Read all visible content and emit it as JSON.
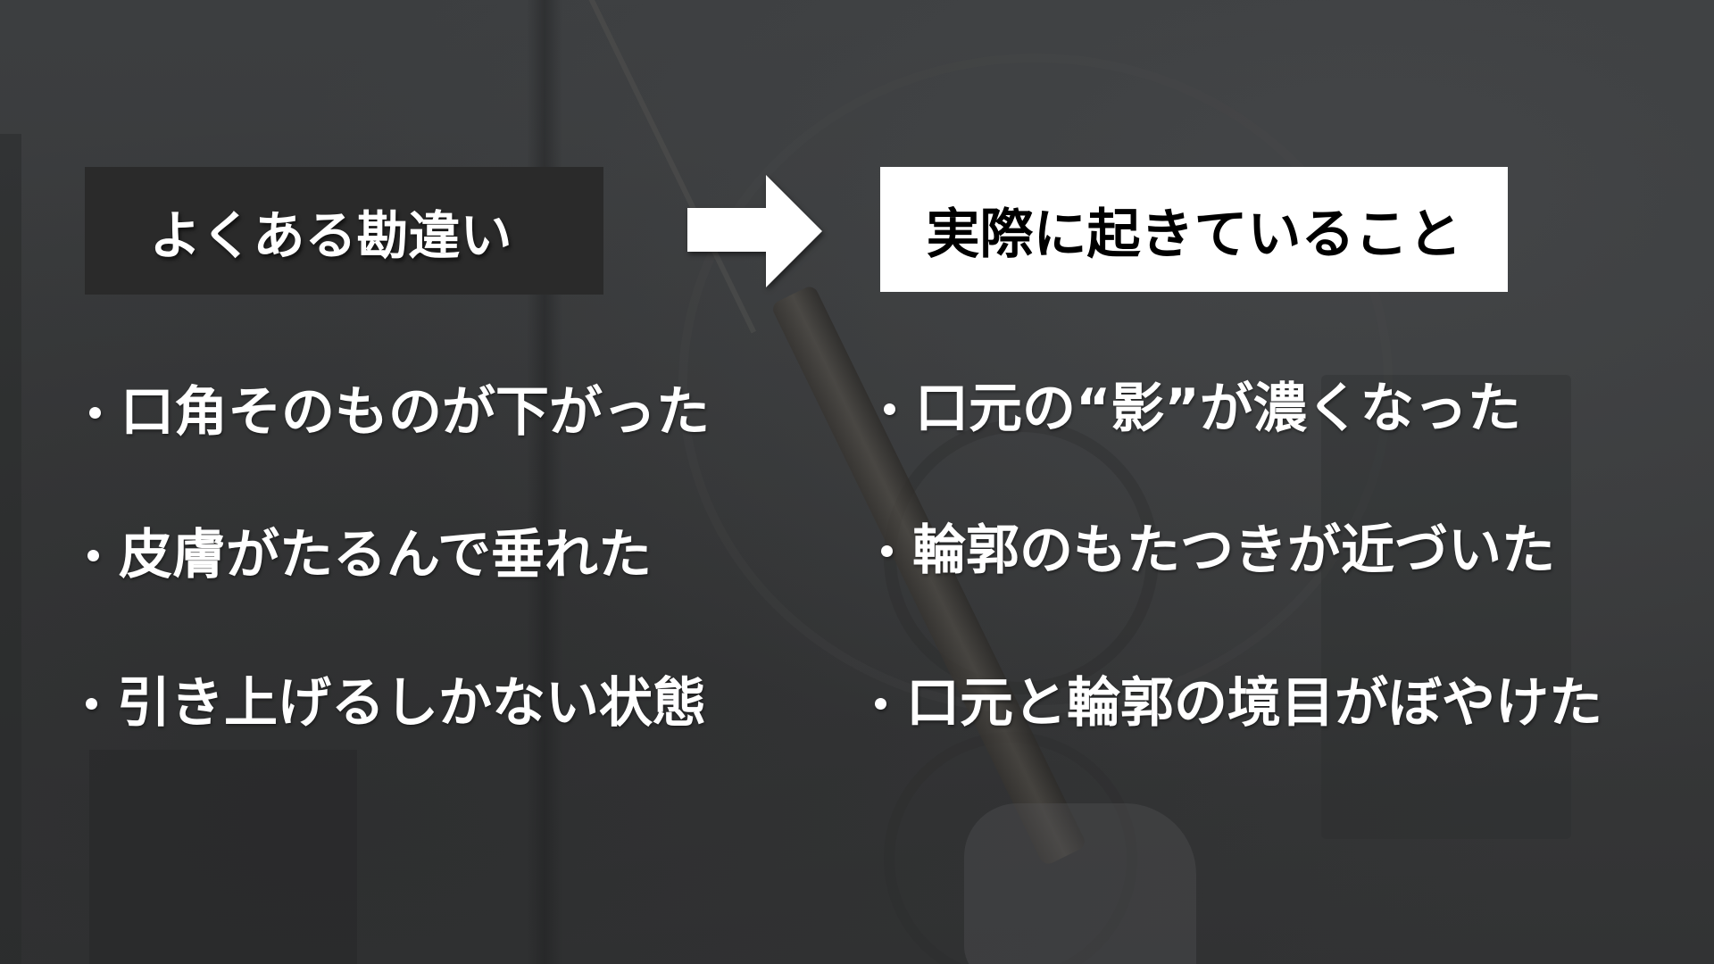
{
  "slide": {
    "background": {
      "description": "darkened photo of a medical handpiece device",
      "overlay_color": "#3a3b3d"
    },
    "left_heading": {
      "label": "よくある勘違い",
      "box_color": "#2a2a2a",
      "text_color": "#ffffff"
    },
    "arrow": {
      "icon": "right-arrow-icon",
      "color": "#ffffff"
    },
    "right_heading": {
      "label": "実際に起きていること",
      "box_color": "#ffffff",
      "text_color": "#000000"
    },
    "left_items": [
      {
        "bullet": "・",
        "text": "口角そのものが下がった"
      },
      {
        "bullet": "・",
        "text": "皮膚がたるんで垂れた"
      },
      {
        "bullet": "・",
        "text": "引き上げるしかない状態"
      }
    ],
    "right_items": [
      {
        "bullet": "・",
        "text": "口元の“影”が濃くなった"
      },
      {
        "bullet": "・",
        "text": "輪郭のもたつきが近づいた"
      },
      {
        "bullet": "・",
        "text": "口元と輪郭の境目がぼやけた"
      }
    ]
  }
}
